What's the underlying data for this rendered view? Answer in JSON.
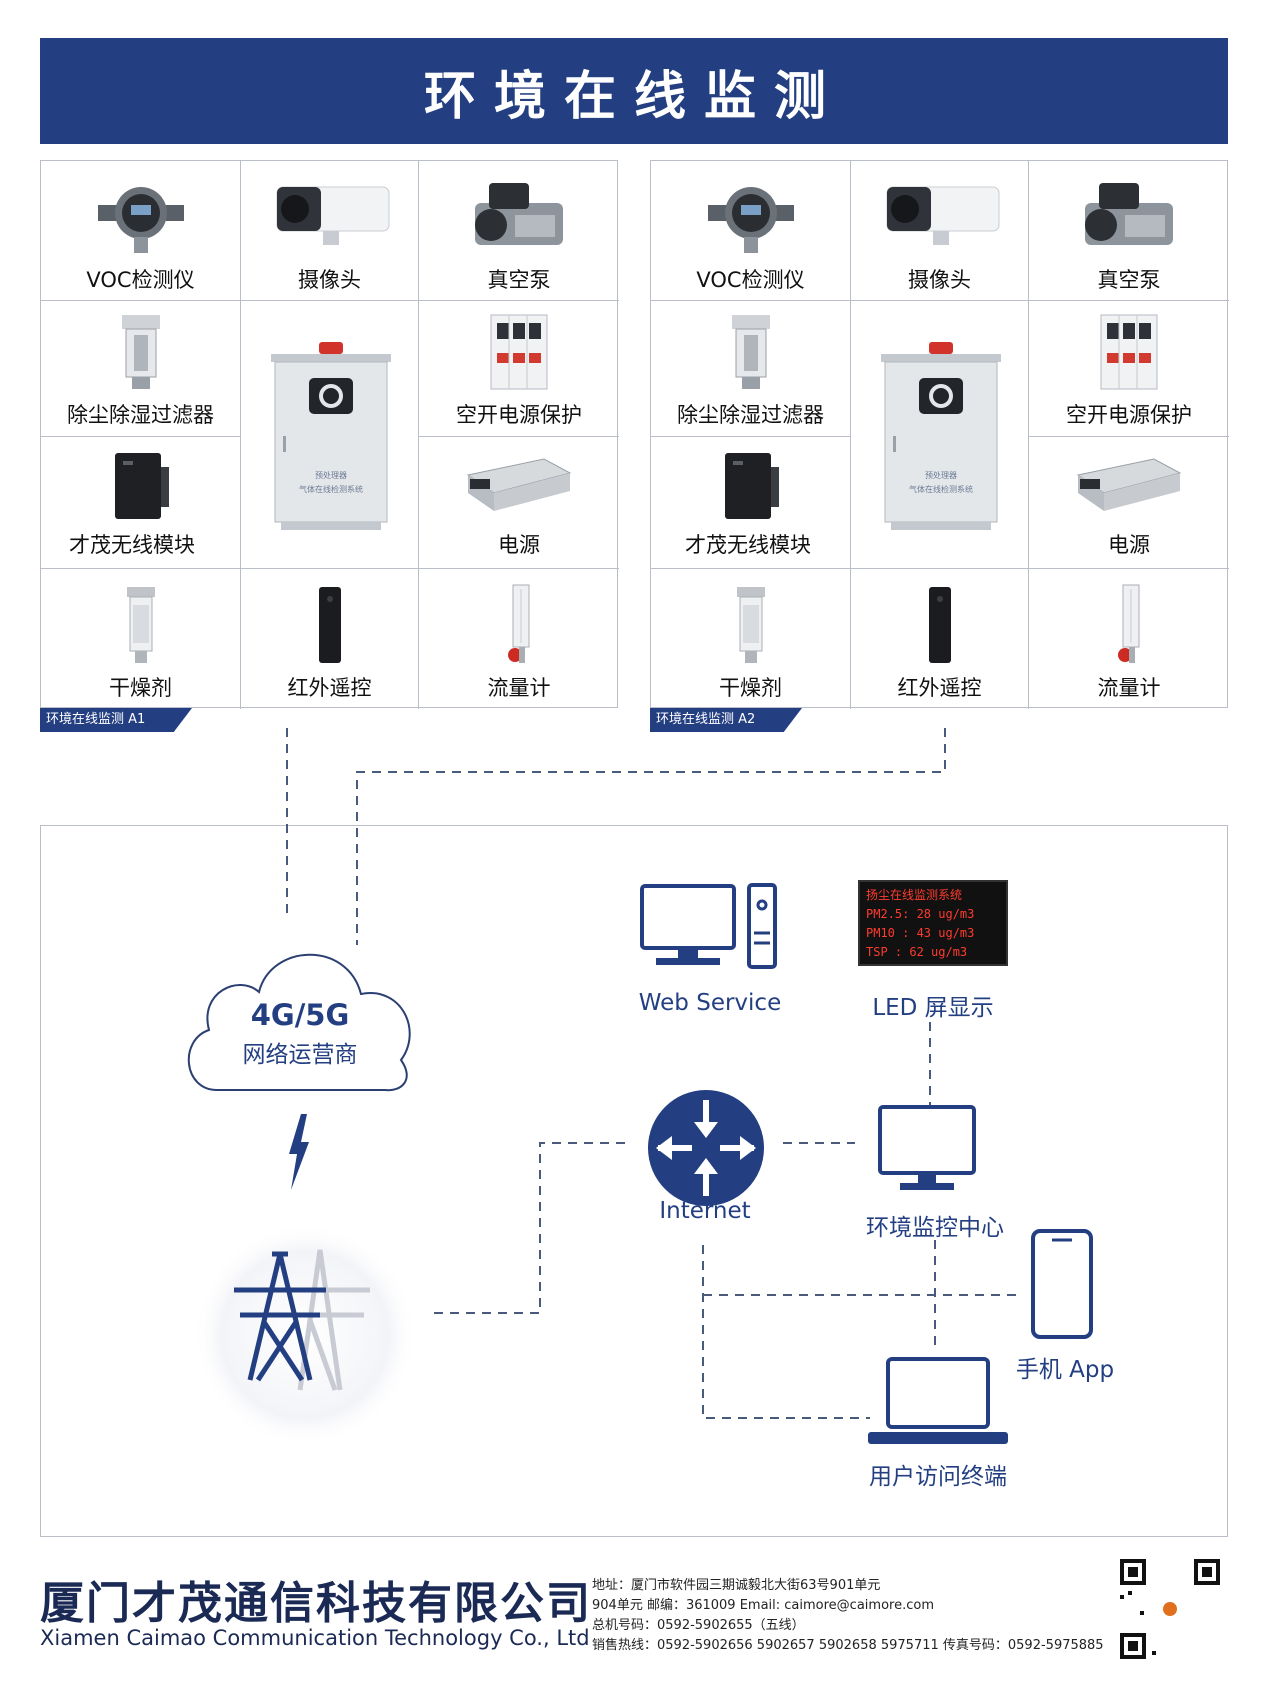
{
  "banner": {
    "title": "环境在线监测"
  },
  "unit_a1": {
    "tag": "环境在线监测 A1",
    "items": {
      "voc": "VOC检测仪",
      "camera": "摄像头",
      "vacuum_pump": "真空泵",
      "filter": "除尘除湿过滤器",
      "breaker": "空开电源保护",
      "wireless": "才茂无线模块",
      "power": "电源",
      "desiccant": "干燥剂",
      "remote": "红外遥控",
      "flowmeter": "流量计"
    },
    "cabinet_text": [
      "预处理器",
      "气体在线检测系统"
    ]
  },
  "unit_a2": {
    "tag": "环境在线监测 A2",
    "items": {
      "voc": "VOC检测仪",
      "camera": "摄像头",
      "vacuum_pump": "真空泵",
      "filter": "除尘除湿过滤器",
      "breaker": "空开电源保护",
      "wireless": "才茂无线模块",
      "power": "电源",
      "desiccant": "干燥剂",
      "remote": "红外遥控",
      "flowmeter": "流量计"
    },
    "cabinet_text": [
      "预处理器",
      "气体在线检测系统"
    ]
  },
  "network": {
    "cloud_title": "4G/5G",
    "cloud_subtitle": "网络运营商",
    "web_service": "Web Service",
    "led_label": "LED 屏显示",
    "led_lines": [
      "扬尘在线监测系统",
      "PM2.5: 28  ug/m3",
      "PM10 : 43  ug/m3",
      "TSP  : 62  ug/m3"
    ],
    "internet": "Internet",
    "monitor_center": "环境监控中心",
    "mobile_app": "手机 App",
    "user_terminal": "用户访问终端"
  },
  "footer": {
    "company_cn": "厦门才茂通信科技有限公司",
    "company_en": "Xiamen Caimao Communication Technology Co., Ltd",
    "address_line1": "地址：厦门市软件园三期诚毅北大街63号901单元",
    "address_line2": "904单元 邮编：361009 Email: caimore@caimore.com",
    "phone_line": "总机号码：0592-5902655（五线）",
    "sales_line": "销售热线：0592-5902656 5902657 5902658 5975711 传真号码：0592-5975885"
  },
  "colors": {
    "brand_blue": "#233f82",
    "led_red": "#ff3b2e",
    "grid_line": "#b9bec8"
  }
}
